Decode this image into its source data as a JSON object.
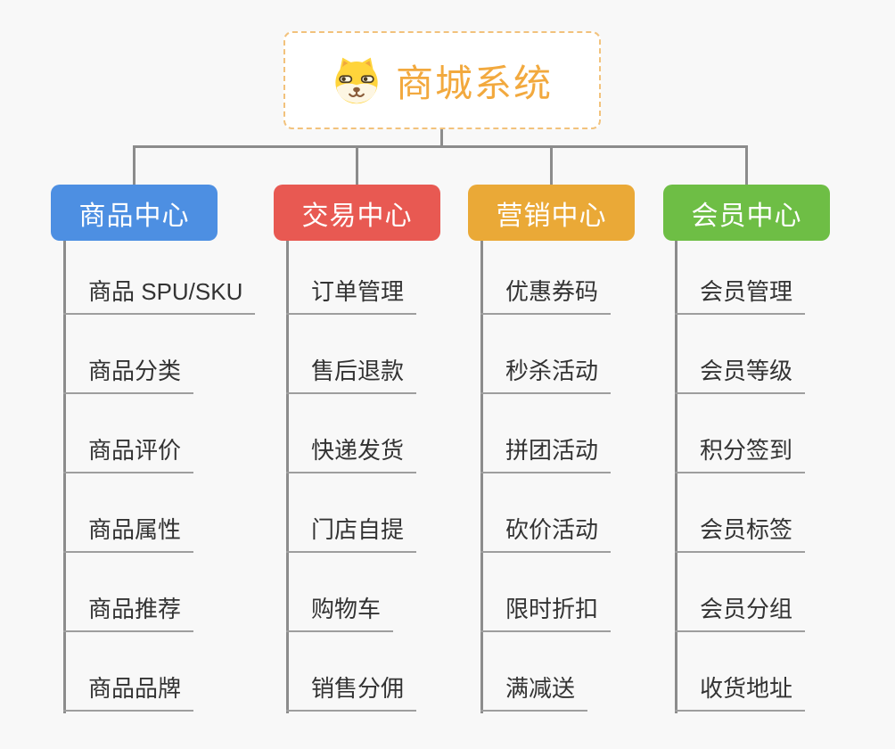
{
  "root": {
    "title": "商城系统",
    "icon": "shiba-dog-icon"
  },
  "branches": [
    {
      "label": "商品中心",
      "color": "#4d8fe2",
      "children": [
        "商品 SPU/SKU",
        "商品分类",
        "商品评价",
        "商品属性",
        "商品推荐",
        "商品品牌"
      ]
    },
    {
      "label": "交易中心",
      "color": "#e85952",
      "children": [
        "订单管理",
        "售后退款",
        "快递发货",
        "门店自提",
        "购物车",
        "销售分佣"
      ]
    },
    {
      "label": "营销中心",
      "color": "#eaa937",
      "children": [
        "优惠券码",
        "秒杀活动",
        "拼团活动",
        "砍价活动",
        "限时折扣",
        "满减送"
      ]
    },
    {
      "label": "会员中心",
      "color": "#6ebe45",
      "children": [
        "会员管理",
        "会员等级",
        "积分签到",
        "会员标签",
        "会员分组",
        "收货地址"
      ]
    }
  ],
  "colors": {
    "background": "#f8f8f8",
    "connector": "#8c8c8c",
    "leaf_underline": "#9e9e9e",
    "leaf_text": "#333333",
    "root_text": "#f2a93e",
    "root_border": "#f2c27c"
  }
}
